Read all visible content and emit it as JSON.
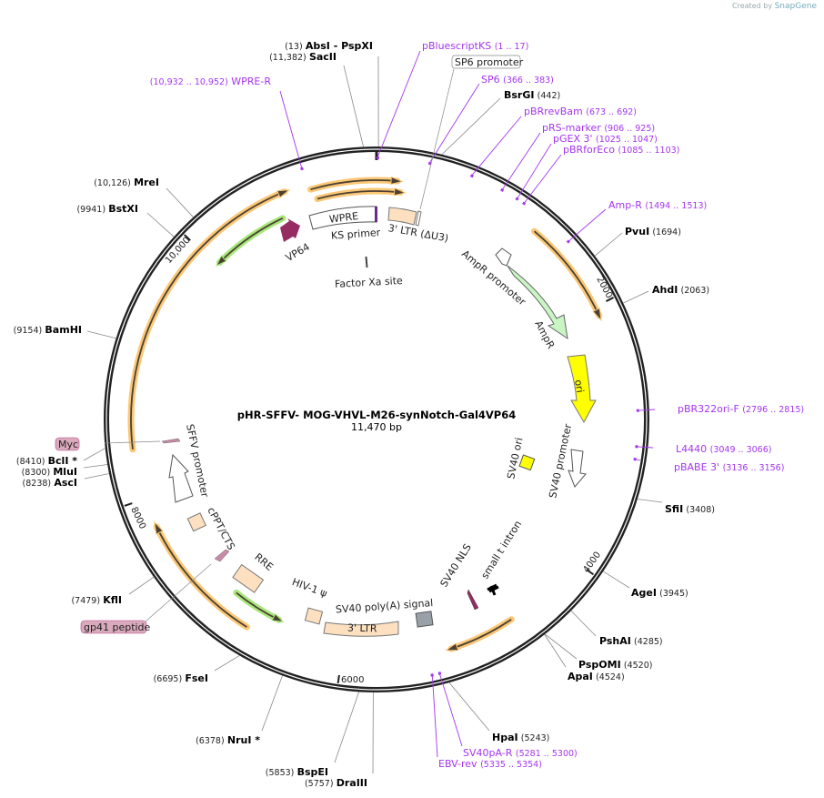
{
  "credit": {
    "prefix": "Created by",
    "brand": "SnapGene"
  },
  "plasmid": {
    "name": "pHR-SFFV- MOG-VHVL-M26-synNotch-Gal4VP64",
    "length_label": "11,470 bp",
    "length_bp": 11470
  },
  "ticks": [
    "2000",
    "4000",
    "6000",
    "8000",
    "10,000"
  ],
  "enzymes": [
    {
      "name": "AbsI  - PspXI",
      "pos": "(13)",
      "bp": 13
    },
    {
      "name": "SacII",
      "pos": "(11,382)",
      "bp": 11382
    },
    {
      "name": "MreI",
      "pos": "(10,126)",
      "bp": 10126
    },
    {
      "name": "BstXI",
      "pos": "(9941)",
      "bp": 9941
    },
    {
      "name": "BamHI",
      "pos": "(9154)",
      "bp": 9154
    },
    {
      "name": "BclI *",
      "pos": "(8410)",
      "bp": 8410
    },
    {
      "name": "MluI",
      "pos": "(8300)",
      "bp": 8300
    },
    {
      "name": "AscI",
      "pos": "(8238)",
      "bp": 8238
    },
    {
      "name": "KflI",
      "pos": "(7479)",
      "bp": 7479
    },
    {
      "name": "FseI",
      "pos": "(6695)",
      "bp": 6695
    },
    {
      "name": "NruI *",
      "pos": "(6378)",
      "bp": 6378
    },
    {
      "name": "BspEI",
      "pos": "(5853)",
      "bp": 5853
    },
    {
      "name": "DraIII",
      "pos": "(5757)",
      "bp": 5757
    },
    {
      "name": "HpaI",
      "pos": "(5243)",
      "bp": 5243
    },
    {
      "name": "ApaI",
      "pos": "(4524)",
      "bp": 4524
    },
    {
      "name": "PspOMI",
      "pos": "(4520)",
      "bp": 4520
    },
    {
      "name": "PshAI",
      "pos": "(4285)",
      "bp": 4285
    },
    {
      "name": "AgeI",
      "pos": "(3945)",
      "bp": 3945
    },
    {
      "name": "SfiI",
      "pos": "(3408)",
      "bp": 3408
    },
    {
      "name": "AhdI",
      "pos": "(2063)",
      "bp": 2063
    },
    {
      "name": "PvuI",
      "pos": "(1694)",
      "bp": 1694
    },
    {
      "name": "BsrGI",
      "pos": "(442)",
      "bp": 442
    }
  ],
  "primers": [
    {
      "name": "pBluescriptKS",
      "range": "(1 .. 17)",
      "bp": 9
    },
    {
      "name": "SP6",
      "range": "(366 .. 383)",
      "bp": 375
    },
    {
      "name": "pBRrevBam",
      "range": "(673 .. 692)",
      "bp": 682
    },
    {
      "name": "pRS-marker",
      "range": "(906 .. 925)",
      "bp": 915
    },
    {
      "name": "pGEX 3'",
      "range": "(1025 .. 1047)",
      "bp": 1036
    },
    {
      "name": "pBRforEco",
      "range": "(1085 .. 1103)",
      "bp": 1094
    },
    {
      "name": "Amp-R",
      "range": "(1494 .. 1513)",
      "bp": 1503
    },
    {
      "name": "pBR322ori-F",
      "range": "(2796 .. 2815)",
      "bp": 2805
    },
    {
      "name": "L4440",
      "range": "(3049 .. 3066)",
      "bp": 3057
    },
    {
      "name": "pBABE 3'",
      "range": "(3136 .. 3156)",
      "bp": 3146
    },
    {
      "name": "SV40pA-R",
      "range": "(5281 .. 5300)",
      "bp": 5290
    },
    {
      "name": "EBV-rev",
      "range": "(5335 .. 5354)",
      "bp": 5344
    },
    {
      "name": "WPRE-R",
      "range": "(10,932 .. 10,952)",
      "bp": 10942
    }
  ],
  "features": {
    "wpre": "WPRE",
    "ks_primer": "KS primer",
    "ltr_du3": "3' LTR (ΔU3)",
    "vp64": "VP64",
    "factor_xa": "Factor Xa site",
    "ampr_promoter": "AmpR promoter",
    "ampr": "AmpR",
    "ori": "ori",
    "sv40_ori": "SV40 ori",
    "sv40_promoter": "SV40 promoter",
    "small_t_intron": "small t intron",
    "sv40_nls": "SV40 NLS",
    "sv40_polya": "SV40 poly(A) signal",
    "ltr3": "3' LTR",
    "hiv_psi": "HIV-1 ψ",
    "rre": "RRE",
    "cppt": "cPPT/CTS",
    "sffv_promoter": "SFFV promoter",
    "myc": "Myc",
    "gp41": "gp41 peptide",
    "sp6_promoter": "SP6 promoter"
  },
  "colors": {
    "primer": "#a435f0",
    "orf": "#fbc775",
    "green_orf": "#a8e67a",
    "ampr": "#c8f5c3",
    "ori": "#ffff00",
    "ltr": "#fde0c0",
    "tag": "#d9aabc"
  }
}
